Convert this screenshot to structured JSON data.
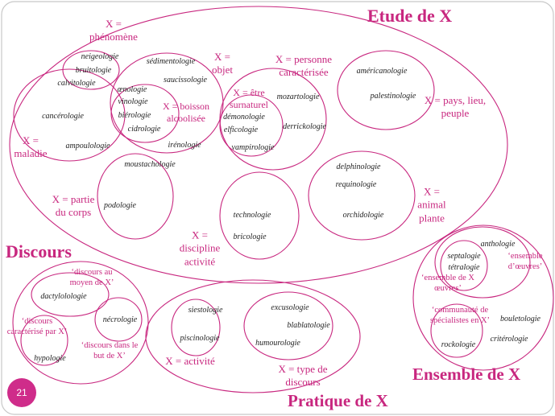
{
  "page_number": "21",
  "colors": {
    "accent": "#c8277f",
    "word": "#1f1f1f",
    "badge": "#cf2c8a"
  },
  "groups": {
    "etude": {
      "title": "Etude de X",
      "labels": {
        "phenomene": "X = phénomène",
        "objet": "X = objet",
        "personne": "X = personne caractérisée",
        "etre": "X = être surnaturel",
        "boisson": "X = boisson alcoolisée",
        "pays": "X = pays, lieu, peuple",
        "maladie": "X = maladie",
        "partie": "X = partie du corps",
        "discipline": "X = discipline activité",
        "animal": "X = animal plante"
      },
      "words": {
        "neigeologie": "neigeologie",
        "bruitologie": "bruitologie",
        "calvitologie": "calvitologie",
        "sedimentologie": "sédimentologie",
        "saucissologie": "saucissologie",
        "oenologie": "œnologie",
        "vinologie": "vinologie",
        "bierologie": "biérologie",
        "cidrologie": "cidrologie",
        "irenologie": "irénologie",
        "cancerologie": "cancérologie",
        "ampoulologie": "ampoulologie",
        "moustachologie": "moustachologie",
        "podologie": "podologie",
        "mozartologie": "mozartologie",
        "demonologie": "démonologie",
        "elficologie": "elficologie",
        "vampirologie": "vampirologie",
        "derrickologie": "derrickologie",
        "americanologie": "américanologie",
        "palestinologie": "palestinologie",
        "delphinologie": "delphinologie",
        "requinologie": "requinologie",
        "orchidologie": "orchidologie",
        "technologie": "technologie",
        "bricologie": "bricologie"
      }
    },
    "discours": {
      "title": "Discours",
      "labels": {
        "moyen": "‘discours au moyen de X’",
        "caracterise": "‘discours caractérisé par X’",
        "but": "‘discours dans le but de X’"
      },
      "words": {
        "dactylolologie": "dactylolologie",
        "necrologie": "nécrologie",
        "hypologie": "hypologie"
      }
    },
    "pratique": {
      "title": "Pratique de X",
      "labels": {
        "activite": "X = activité",
        "type": "X = type de discours"
      },
      "words": {
        "siestologie": "siestologie",
        "piscinologie": "piscinologie",
        "excusologie": "excusologie",
        "blablatologie": "blablatologie",
        "humourologie": "humourologie"
      }
    },
    "ensemble": {
      "title": "Ensemble de X",
      "labels": {
        "oeuvres": "‘ensemble d’œuvres’",
        "ensemble_x": "‘ensemble de X œuvres’",
        "communaute": "‘communauté de spécialistes en X’"
      },
      "words": {
        "anthologie": "anthologie",
        "septalogie": "septalogie",
        "tetralogie": "tétralogie",
        "bouletologie": "bouletologie",
        "criterologie": "critérologie",
        "rockologie": "rockologie"
      }
    }
  }
}
